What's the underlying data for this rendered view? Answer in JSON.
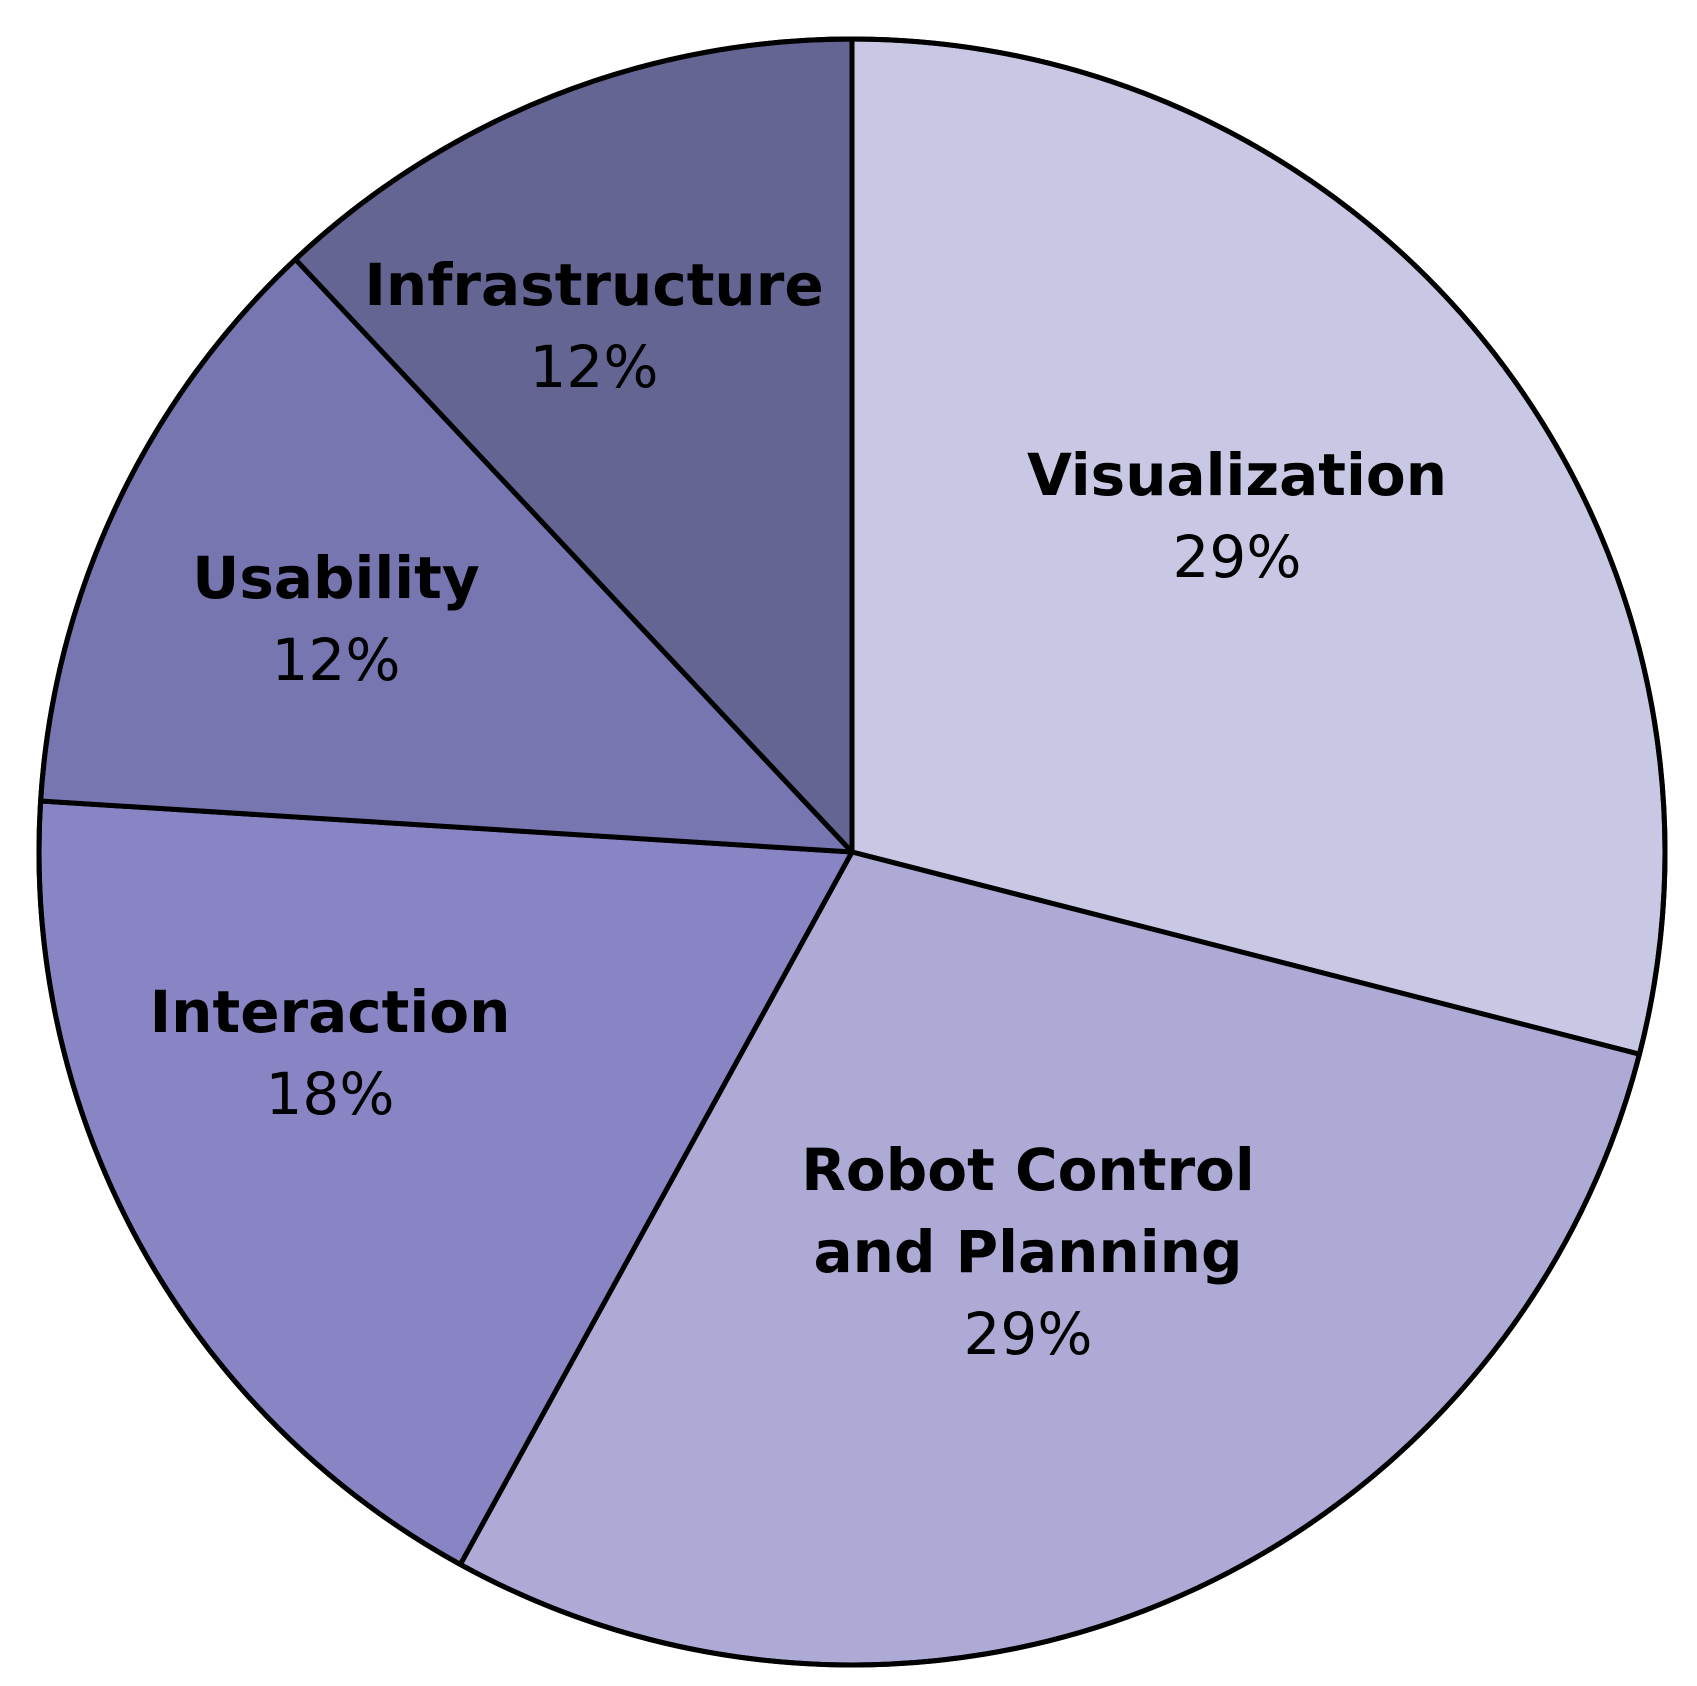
{
  "chart_data": {
    "type": "pie",
    "title": "",
    "start_angle_deg": 0,
    "direction": "clockwise",
    "slices": [
      {
        "label": "Visualization",
        "label_lines": [
          "Visualization"
        ],
        "value": 29,
        "value_label": "29%",
        "color": "#c8c8e4"
      },
      {
        "label": "Robot Control and Planning",
        "label_lines": [
          "Robot Control",
          "and Planning"
        ],
        "value": 29,
        "value_label": "29%",
        "color": "#aeaad6"
      },
      {
        "label": "Interaction",
        "label_lines": [
          "Interaction"
        ],
        "value": 18,
        "value_label": "18%",
        "color": "#8985c5"
      },
      {
        "label": "Usability",
        "label_lines": [
          "Usability"
        ],
        "value": 12,
        "value_label": "12%",
        "color": "#7876b1"
      },
      {
        "label": "Infrastructure",
        "label_lines": [
          "Infrastructure"
        ],
        "value": 12,
        "value_label": "12%",
        "color": "#656594"
      }
    ],
    "legend": "none",
    "labels_inside": true
  }
}
